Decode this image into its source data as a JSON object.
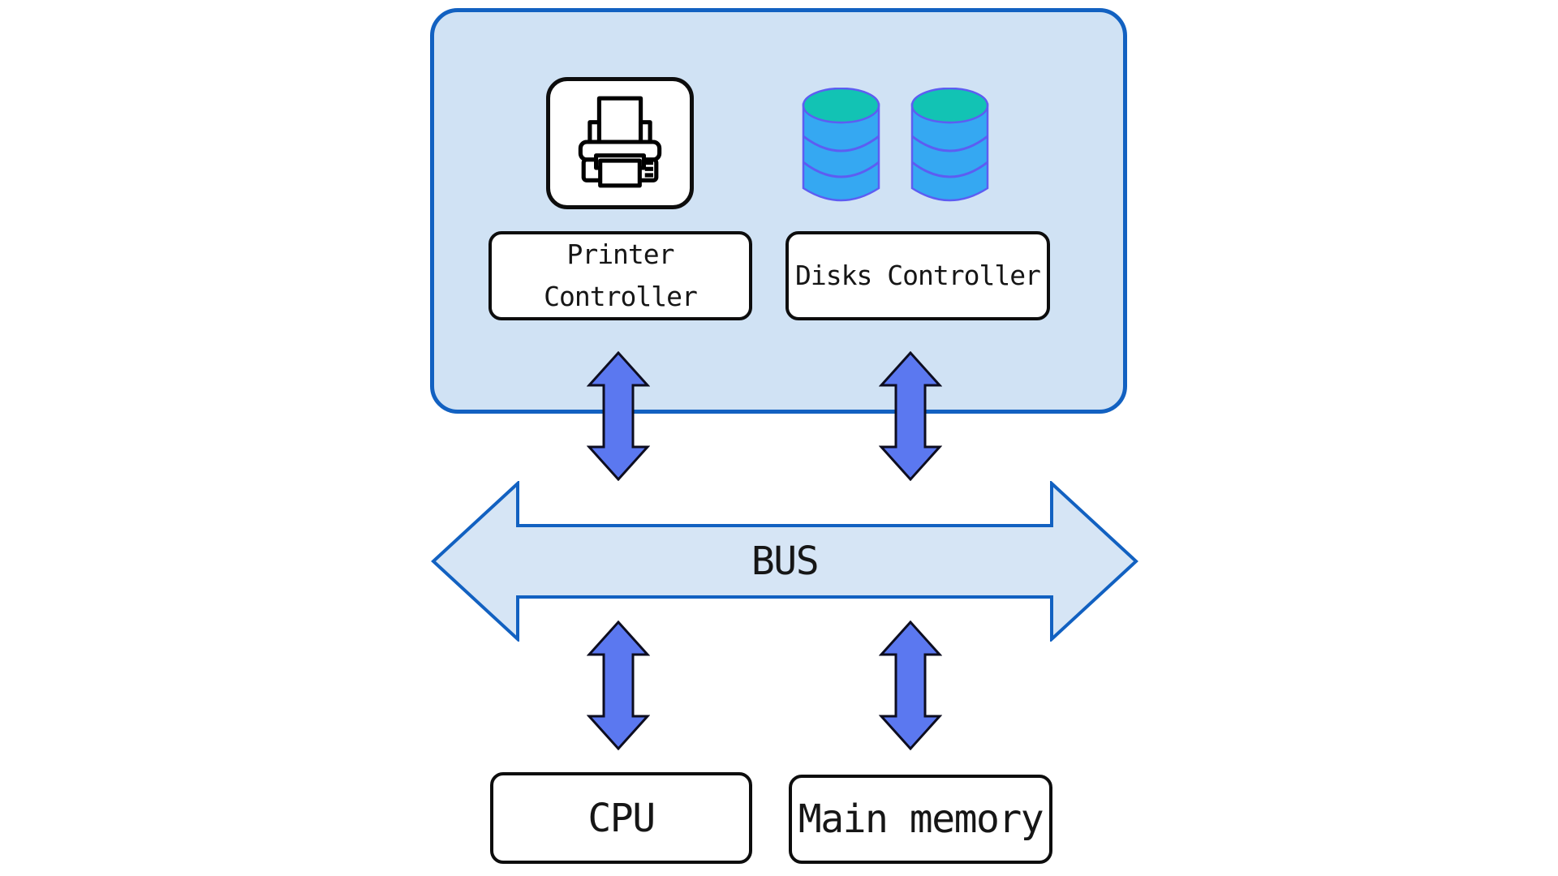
{
  "diagram": {
    "type": "computer-architecture-bus-diagram",
    "devices_panel": {
      "printer_controller_label": "Printer Controller",
      "disks_controller_label": "Disks Controller",
      "icons": [
        "printer-icon",
        "disk-icon",
        "disk-icon"
      ]
    },
    "bus": {
      "label": "BUS"
    },
    "cpu": {
      "label": "CPU"
    },
    "main_memory": {
      "label": "Main memory"
    }
  },
  "colors": {
    "blue-border": "#1261c1",
    "panel-fill": "#d0e2f4",
    "bus-fill": "#d6e5f5",
    "arrow-fill": "#5b78f0",
    "arrow-stroke": "#0d0d1f",
    "disk-blue": "#35a8f2",
    "disk-teal": "#12c3b4",
    "disk-line": "#5d5df2",
    "box-border": "#0d0d0d",
    "text-color": "#161616",
    "canvas-bg": "#ffffff"
  }
}
